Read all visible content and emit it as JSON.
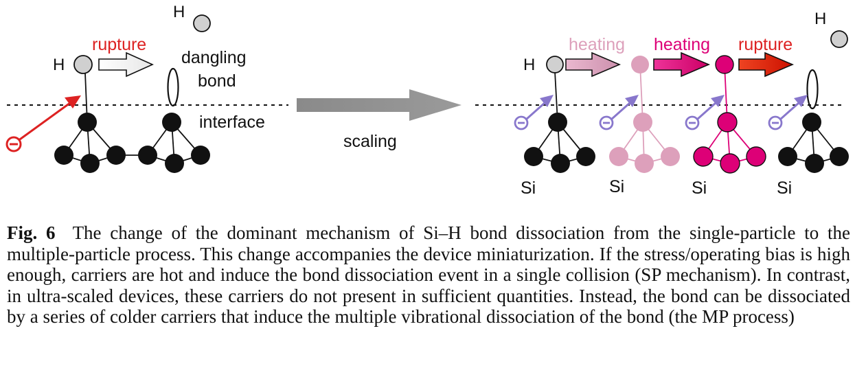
{
  "figure": {
    "labels": {
      "h_top": "H",
      "h_left": "H",
      "h_right_atom": "H",
      "h_right_free": "H",
      "rupture_left": "rupture",
      "dangling_line1": "dangling",
      "dangling_line2": "bond",
      "interface": "interface",
      "scaling": "scaling",
      "heating_1": "heating",
      "heating_2": "heating",
      "rupture_right": "rupture",
      "si_1": "Si",
      "si_2": "Si",
      "si_3": "Si",
      "si_4": "Si"
    },
    "colors": {
      "black_atom": "#111111",
      "h_atom": "#d0d0d0",
      "hot_carrier": "#dd2222",
      "cold_carrier": "#8877cc",
      "light_pink": "#dda0bb",
      "magenta": "#dd0077",
      "rupture_red": "#dd2222",
      "scaling_arrow": "#888888"
    }
  },
  "caption": {
    "label": "Fig. 6",
    "text": "The change of the dominant mechanism of Si–H bond dissociation from the single-particle to the multiple-particle process. This change accompanies the device miniaturization. If the stress/operating bias is high enough, carriers are hot and induce the bond dissociation event in a single collision (SP mechanism). In contrast, in ultra-scaled devices, these carriers do not present in sufficient quantities. Instead, the bond can be dissociated by a series of colder carriers that induce the multiple vibrational dissociation of the bond (the MP process)"
  }
}
